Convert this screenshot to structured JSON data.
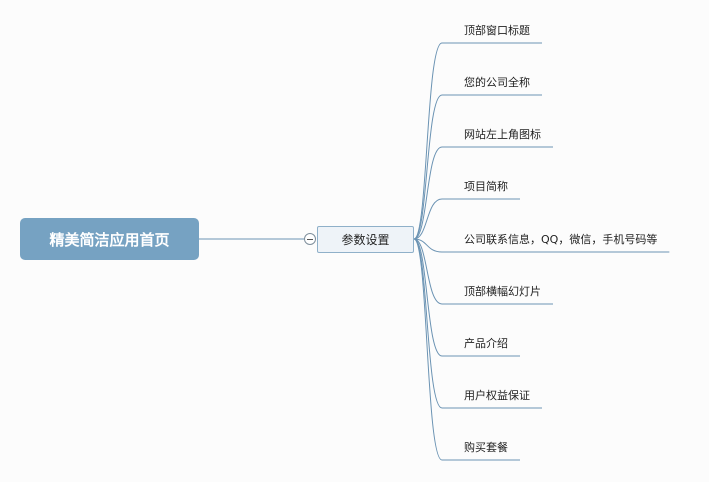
{
  "root": {
    "label": "精美简洁应用首页"
  },
  "branch": {
    "label": "参数设置"
  },
  "leaves": [
    {
      "label": "顶部窗口标题"
    },
    {
      "label": "您的公司全称"
    },
    {
      "label": "网站左上角图标"
    },
    {
      "label": "项目简称"
    },
    {
      "label": "公司联系信息，QQ，微信，手机号码等"
    },
    {
      "label": "顶部横幅幻灯片"
    },
    {
      "label": "产品介绍"
    },
    {
      "label": "用户权益保证"
    },
    {
      "label": "购买套餐"
    }
  ],
  "colors": {
    "root_fill": "#76a2c2",
    "connector": "#6b93b3",
    "branch_fill": "#eef3f8"
  }
}
